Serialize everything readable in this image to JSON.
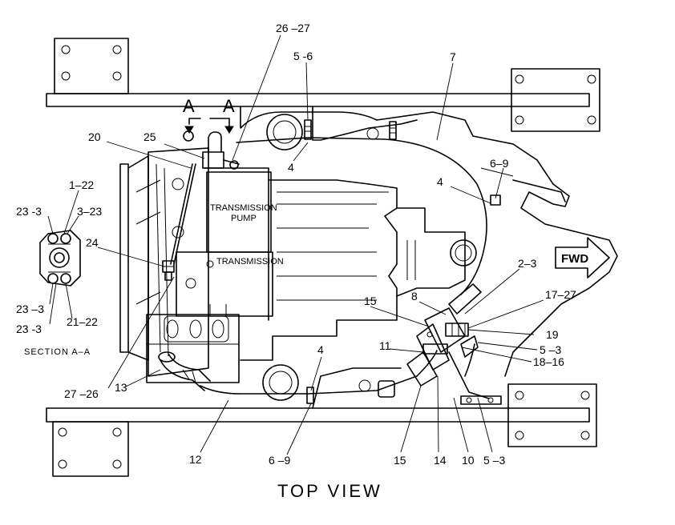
{
  "view_title": "TOP VIEW",
  "section_label": "SECTION A–A",
  "section_marks": [
    "A",
    "A"
  ],
  "fwd_label": "FWD",
  "component_labels": {
    "pump": [
      "TRANSMISSION",
      "PUMP"
    ],
    "transmission": "TRANSMISSION"
  },
  "callouts": {
    "c26_27": "26 –27",
    "c5_6": "5  -6",
    "c7": "7",
    "c20": "20",
    "c25": "25",
    "c4_top": "4",
    "c6_9_right": "6–9",
    "c4_right": "4",
    "c1_22": "1–22",
    "c23_3_a": "23  -3",
    "c3_23": "3–23",
    "c24": "24",
    "c23_3_b": "23  –3",
    "c23_3_c": "23  -3",
    "c21_22": "21–22",
    "c2_3": "2–3",
    "c8": "8",
    "c17_27": "17–27",
    "c15_top": "15",
    "c19": "19",
    "c11": "11",
    "c5_3_mid": "5  –3",
    "c18_16": "18–16",
    "c4_bottom": "4",
    "c27_26": "27 –26",
    "c13": "13",
    "c12": "12",
    "c6_9_bottom": "6 –9",
    "c15_bottom": "15",
    "c14": "14",
    "c10": "10",
    "c5_3_bottom": "5  –3"
  },
  "icons": [
    "fwd-arrow-icon",
    "section-view-icon"
  ]
}
